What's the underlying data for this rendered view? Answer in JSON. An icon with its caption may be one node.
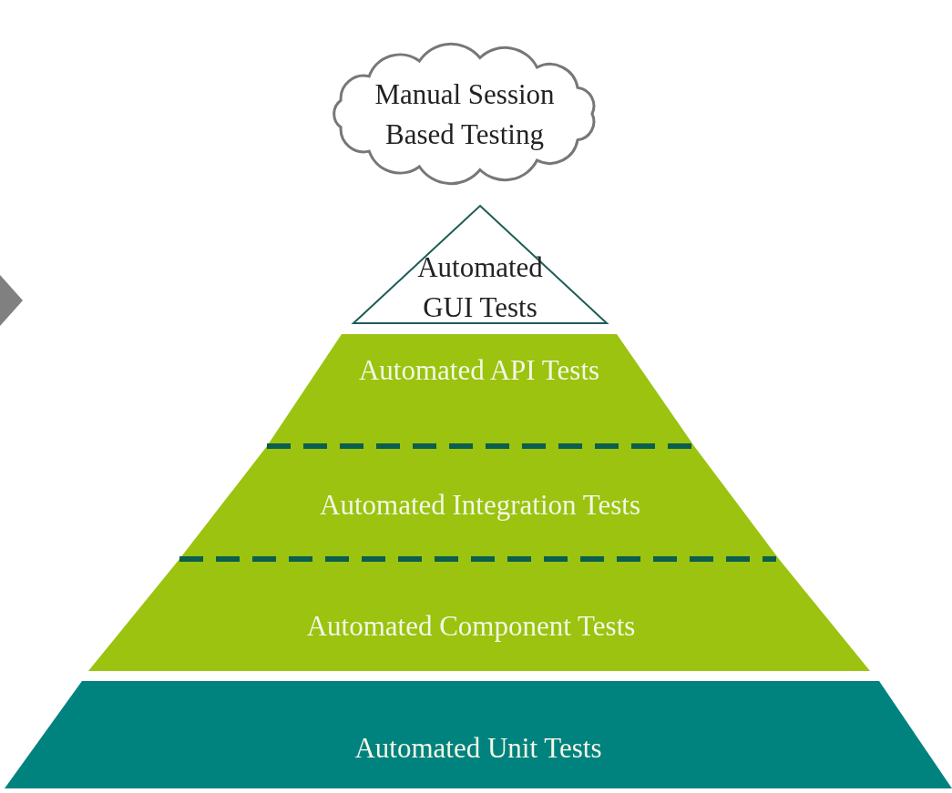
{
  "diagram": {
    "nodes": [
      {
        "text": [
          "Manual Session Based Testing"
        ]
      },
      {
        "text": [
          "Automated GUI Tests"
        ]
      },
      {
        "text": [
          "Automated API Tests"
        ]
      },
      {
        "text": [
          "Automated Integration Tests"
        ]
      },
      {
        "text": [
          "Automated Component Tests"
        ]
      },
      {
        "text": [
          "Automated Unit Tests"
        ]
      }
    ],
    "edges": []
  }
}
